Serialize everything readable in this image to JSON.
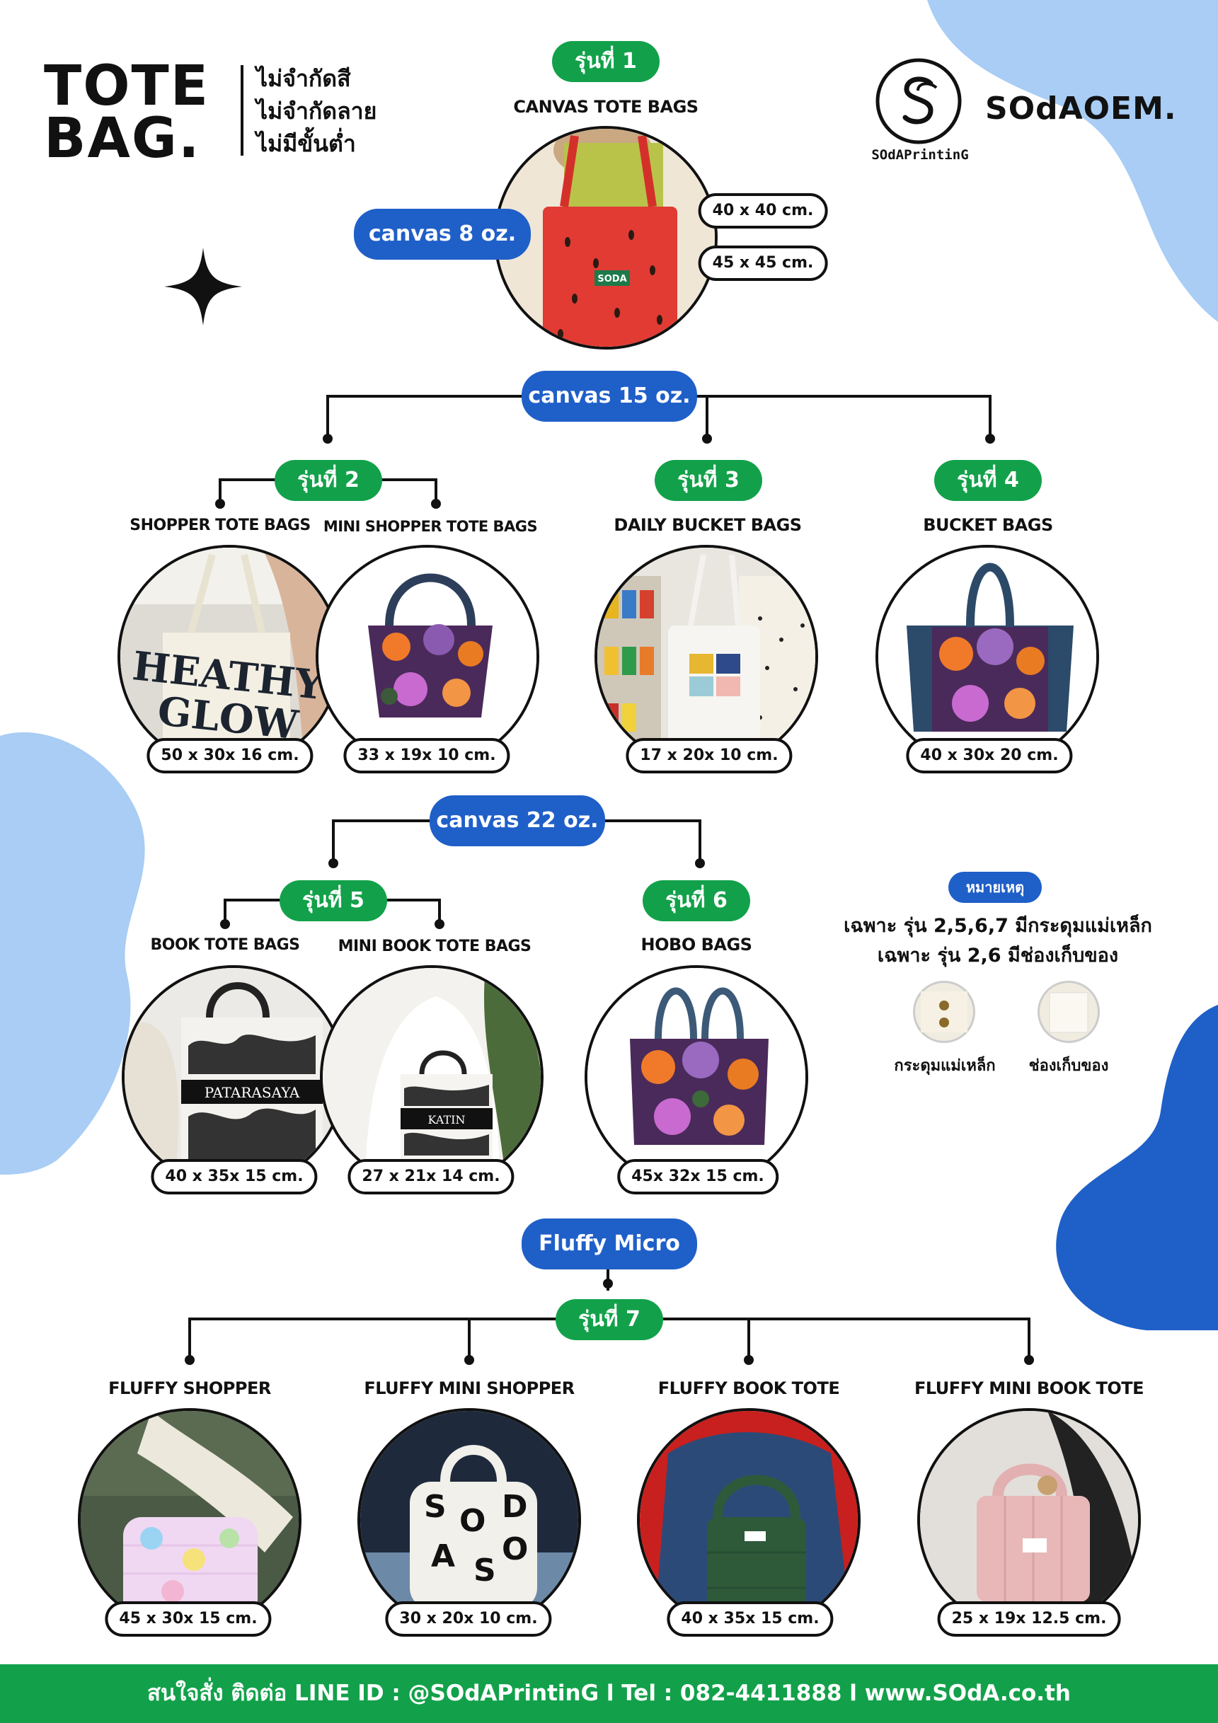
{
  "header": {
    "title_line1": "TOTE",
    "title_line2": "BAG.",
    "tagline_1": "ไม่จำกัดสี",
    "tagline_2": "ไม่จำกัดลาย",
    "tagline_3": "ไม่มีขั้นต่ำ"
  },
  "brand": {
    "logo_caption": "SOdAPrintinG",
    "name": "SOdAOEM.",
    "logo_letter": "S"
  },
  "colors": {
    "green": "#12a14a",
    "blue": "#1f5fc8",
    "light_blue": "#a9cdf4",
    "dark_blue": "#1f5fc8"
  },
  "model1": {
    "label": "รุ่นที่ 1",
    "title": "CANVAS TOTE BAGS",
    "material": "canvas 8 oz.",
    "size_a": "40 x 40 cm.",
    "size_b": "45 x 45 cm.",
    "bag_print": "SODA"
  },
  "group15": {
    "label": "canvas 15 oz.",
    "model2": {
      "label": "รุ่นที่ 2",
      "items": [
        {
          "title": "SHOPPER TOTE BAGS",
          "size": "50 x 30x 16 cm.",
          "print": "HEATHY GLOW"
        },
        {
          "title": "MINI SHOPPER TOTE BAGS",
          "size": "33 x 19x 10 cm."
        }
      ]
    },
    "model3": {
      "label": "รุ่นที่ 3",
      "title": "DAILY BUCKET BAGS",
      "size": "17 x 20x 10 cm."
    },
    "model4": {
      "label": "รุ่นที่ 4",
      "title": "BUCKET BAGS",
      "size": "40 x 30x 20 cm."
    }
  },
  "group22": {
    "label": "canvas 22 oz.",
    "model5": {
      "label": "รุ่นที่ 5",
      "items": [
        {
          "title": "BOOK TOTE BAGS",
          "size": "40 x 35x 15 cm.",
          "print": "PATARASAYA"
        },
        {
          "title": "MINI BOOK TOTE BAGS",
          "size": "27 x 21x 14 cm.",
          "print": "KATIN"
        }
      ]
    },
    "model6": {
      "label": "รุ่นที่ 6",
      "title": "HOBO BAGS",
      "size": "45x 32x 15 cm."
    }
  },
  "note": {
    "label": "หมายเหตุ",
    "line1": "เฉพาะ รุ่น 2,5,6,7 มีกระดุมแม่เหล็ก",
    "line2": "เฉพาะ รุ่น 2,6 มีช่องเก็บของ",
    "magnet_caption": "กระดุมแม่เหล็ก",
    "pocket_caption": "ช่องเก็บของ"
  },
  "fluffy": {
    "label": "Fluffy Micro",
    "model7_label": "รุ่นที่ 7",
    "items": [
      {
        "title": "FLUFFY SHOPPER",
        "size": "45 x 30x 15 cm."
      },
      {
        "title": "FLUFFY MINI SHOPPER",
        "size": "30 x 20x 10 cm."
      },
      {
        "title": "FLUFFY BOOK TOTE",
        "size": "40 x 35x 15 cm."
      },
      {
        "title": "FLUFFY MINI BOOK TOTE",
        "size": "25 x 19x 12.5 cm."
      }
    ]
  },
  "footer": {
    "text": "สนใจสั่ง ติดต่อ LINE ID : @SOdAPrintinG  l  Tel : 082-4411888   l  www.SOdA.co.th"
  }
}
